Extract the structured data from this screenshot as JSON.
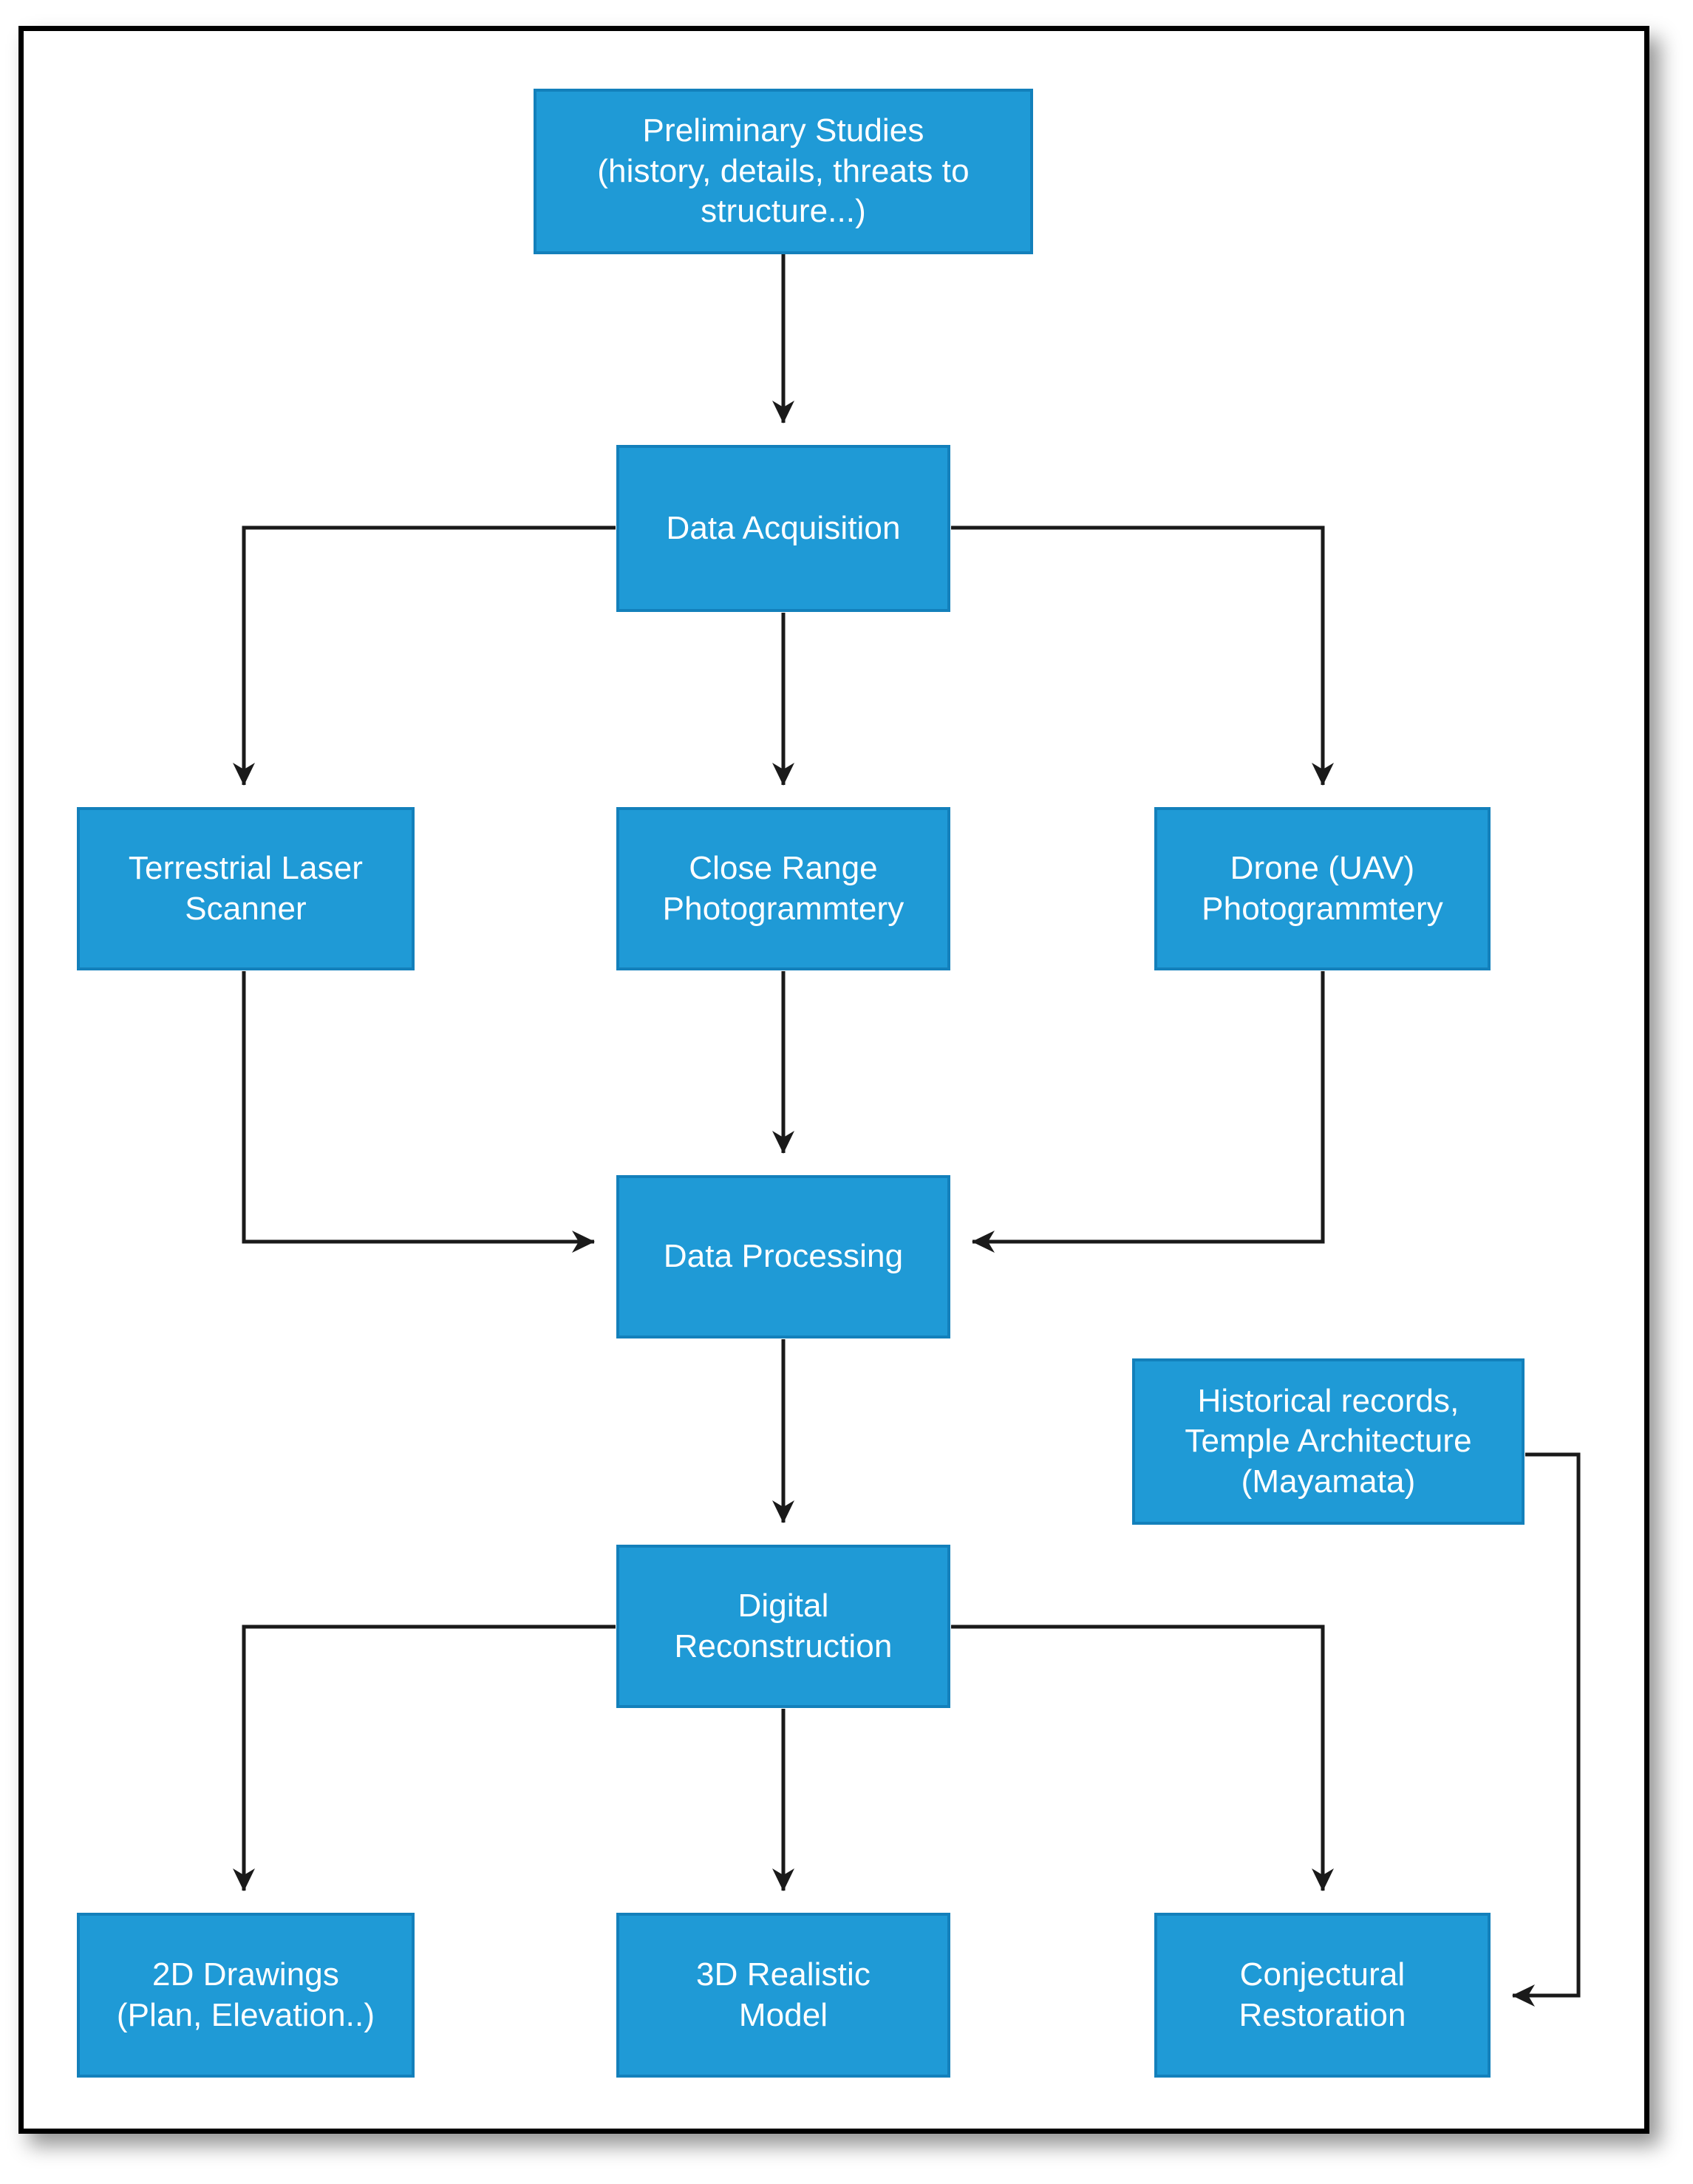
{
  "diagram": {
    "type": "flowchart",
    "orientation": "top-to-bottom",
    "frame": {
      "border_color": "#000000",
      "background": "#ffffff"
    },
    "palette": {
      "node_fill": "#1f9ad6",
      "node_border": "#1380bb",
      "node_text": "#ffffff",
      "edge_color": "#1a1a1a"
    },
    "nodes": {
      "preliminary_studies": "Preliminary Studies\n(history, details, threats to\nstructure...)",
      "data_acquisition": "Data Acquisition",
      "terrestrial_laser_scanner": "Terrestrial Laser\nScanner",
      "close_range_photogrammetry": "Close Range\nPhotogrammtery",
      "drone_uav_photogrammetry": "Drone (UAV)\nPhotogrammtery",
      "data_processing": "Data Processing",
      "historical_records": "Historical records,\nTemple Architecture\n(Mayamata)",
      "digital_reconstruction": "Digital\nReconstruction",
      "two_d_drawings": "2D Drawings\n(Plan, Elevation..)",
      "three_d_model": "3D Realistic\nModel",
      "conjectural_restoration": "Conjectural\nRestoration"
    },
    "edges": [
      {
        "from": "preliminary_studies",
        "to": "data_acquisition",
        "style": "straight-down",
        "arrow": "down"
      },
      {
        "from": "data_acquisition",
        "to": "terrestrial_laser_scanner",
        "style": "elbow-left-down",
        "arrow": "down"
      },
      {
        "from": "data_acquisition",
        "to": "close_range_photogrammetry",
        "style": "straight-down",
        "arrow": "down"
      },
      {
        "from": "data_acquisition",
        "to": "drone_uav_photogrammetry",
        "style": "elbow-right-down",
        "arrow": "down"
      },
      {
        "from": "terrestrial_laser_scanner",
        "to": "data_processing",
        "style": "elbow-down-right",
        "arrow": "right"
      },
      {
        "from": "close_range_photogrammetry",
        "to": "data_processing",
        "style": "straight-down",
        "arrow": "down"
      },
      {
        "from": "drone_uav_photogrammetry",
        "to": "data_processing",
        "style": "elbow-down-left",
        "arrow": "left"
      },
      {
        "from": "data_processing",
        "to": "digital_reconstruction",
        "style": "straight-down",
        "arrow": "down"
      },
      {
        "from": "digital_reconstruction",
        "to": "two_d_drawings",
        "style": "elbow-left-down",
        "arrow": "down"
      },
      {
        "from": "digital_reconstruction",
        "to": "three_d_model",
        "style": "straight-down",
        "arrow": "down"
      },
      {
        "from": "digital_reconstruction",
        "to": "conjectural_restoration",
        "style": "elbow-right-down",
        "arrow": "down"
      },
      {
        "from": "historical_records",
        "to": "conjectural_restoration",
        "style": "elbow-right-down-left",
        "arrow": "left"
      }
    ]
  }
}
